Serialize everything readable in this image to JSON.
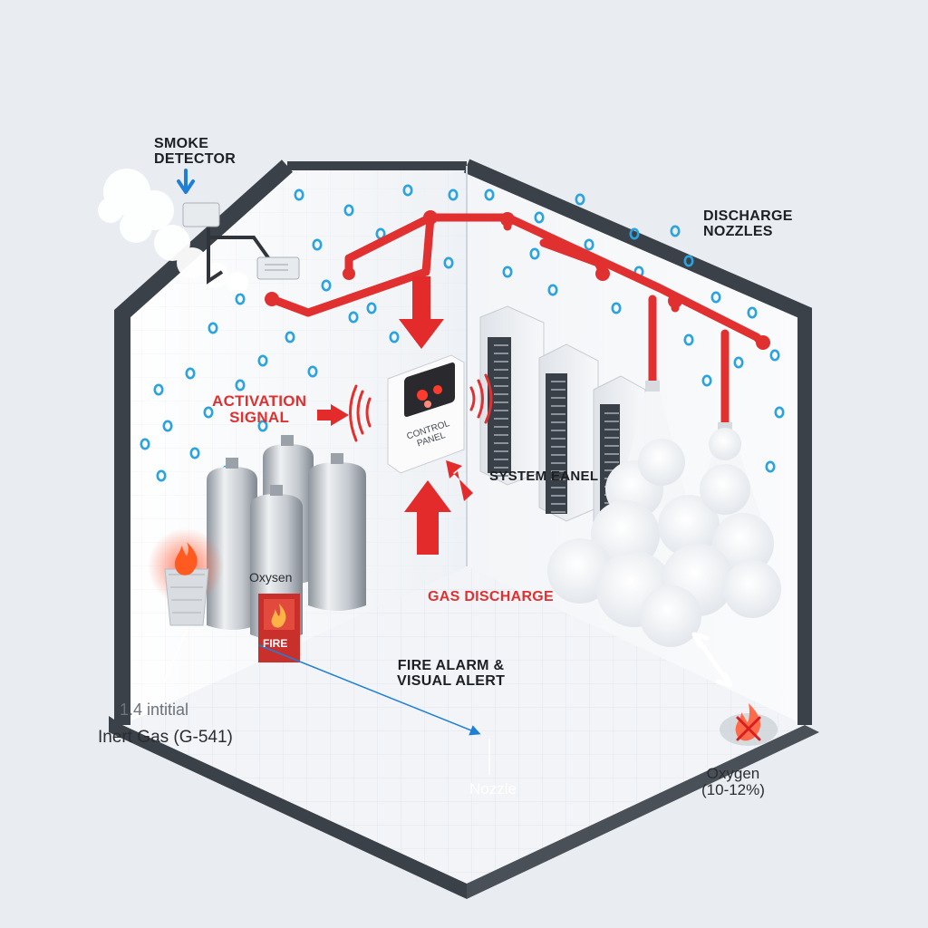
{
  "labels": {
    "smoke_detector": "SMOKE\nDETECTOR",
    "discharge_nozzles": "DISCHARGE\nNOZZLES",
    "activation_signal": "ACTIVATION\nSIGNAL",
    "control_panel": "CONTROL\nPANEL",
    "system_panel": "SYSTEM EANEL",
    "gas_discharge": "GAS DISCHARGE",
    "oxygen_cylinder": "Oxysen",
    "fire_sign": "FIRE",
    "fire_alarm": "FIRE ALARM &\nVISUAL ALERT",
    "initial": "1.4 intitial",
    "inert_gas": "Inert Gas (G-541)",
    "nozzle": "Nozzle",
    "oxygen_level": "Oxygen\n(10-12%)"
  },
  "colors": {
    "pipe_red": "#e0302f",
    "arrow_red": "#e42b2b",
    "wall_dark": "#3b4148",
    "floor": "#f2f4f7",
    "dot_blue": "#2aa3e0",
    "signal_blue": "#1f7fd6"
  },
  "icons": {
    "detector_arrow": "arrow-down-icon",
    "flame": "flame-icon",
    "no_oxygen": "crossed-flame-icon",
    "signal_waves": "radio-waves-icon"
  }
}
